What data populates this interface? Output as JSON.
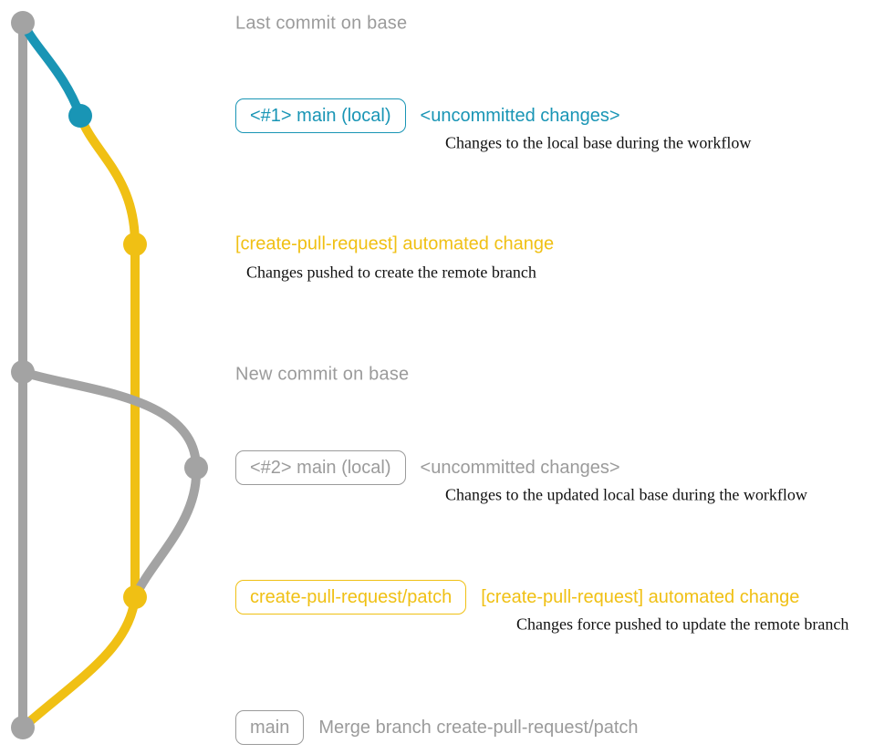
{
  "colors": {
    "gray-line": "#a3a3a3",
    "gray-text": "#9b9b9b",
    "teal": "#1995b5",
    "yellow": "#f0c014",
    "ink": "#111111",
    "bg": "#ffffff"
  },
  "milestones": {
    "last_commit": "Last commit on base",
    "new_commit": "New commit on base"
  },
  "rows": {
    "r1": {
      "badge": "<#1> main (local)",
      "label": "<uncommitted changes>",
      "desc": "Changes to the local base during the workflow"
    },
    "r2": {
      "label": "[create-pull-request] automated change",
      "desc": "Changes pushed to create the remote branch"
    },
    "r3": {
      "badge": "<#2> main (local)",
      "label": "<uncommitted changes>",
      "desc": "Changes to the updated local base during the workflow"
    },
    "r4": {
      "badge": "create-pull-request/patch",
      "label": "[create-pull-request] automated change",
      "desc": "Changes force pushed to update the remote branch"
    },
    "r5": {
      "badge": "main",
      "label": "Merge branch create-pull-request/patch"
    }
  }
}
